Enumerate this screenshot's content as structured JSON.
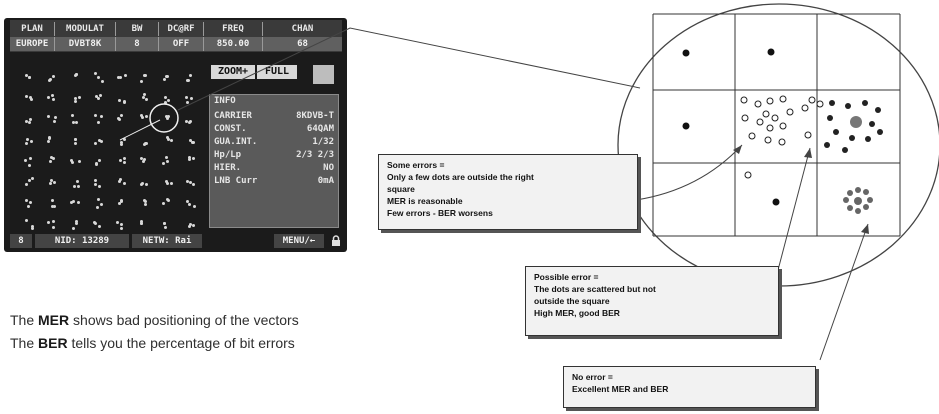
{
  "meter": {
    "headers": [
      "PLAN",
      "MODULAT",
      "BW",
      "DC@RF",
      "FREQ",
      "CHAN"
    ],
    "values": [
      "EUROPE",
      "DVBT8K",
      "8",
      "OFF",
      "850.00",
      "68"
    ],
    "zoom_label": "ZOOM+",
    "full_label": "FULL",
    "info": {
      "title": "INFO",
      "rows": [
        {
          "key": "CARRIER",
          "value": "8KDVB-T"
        },
        {
          "key": "CONST.",
          "value": "64QAM"
        },
        {
          "key": "GUA.INT.",
          "value": "1/32"
        },
        {
          "key": "Hp/Lp",
          "value": "2/3 2/3"
        },
        {
          "key": "HIER.",
          "value": "NO"
        },
        {
          "key": "LNB Curr",
          "value": "0mA"
        }
      ]
    },
    "footer": {
      "icon_label": "8",
      "nid": "NID:  13289",
      "netw": "NETW: Rai",
      "menu": "MENU/←"
    }
  },
  "captions": {
    "line1_pre": "The ",
    "line1_bold": "MER",
    "line1_post": " shows bad positioning of the vectors",
    "line2_pre": "The ",
    "line2_bold": "BER",
    "line2_post": " tells you the percentage of bit errors"
  },
  "callouts": {
    "some_errors": [
      "Some errors =",
      "Only a few dots are outside the right",
      "square",
      "MER is reasonable",
      "Few errors - BER worsens"
    ],
    "possible_error": [
      "Possible error =",
      "The dots are scattered but not",
      "outside the square",
      "High MER, good BER"
    ],
    "no_error": [
      "No error =",
      "Excellent MER and BER"
    ]
  },
  "icons": [
    "lock-icon",
    "magnifier-circle-icon"
  ]
}
